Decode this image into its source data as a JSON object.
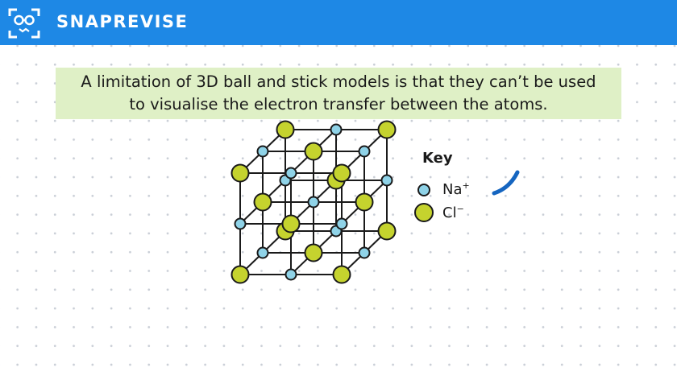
{
  "header": {
    "brand": "SNAPREVISE",
    "brand_color": "#1e88e5"
  },
  "caption": {
    "line1": "A limitation of 3D ball and stick models is that they can’t be used",
    "line2": "to visualise the electron transfer between the atoms.",
    "bg_color": "#dff0c6"
  },
  "key": {
    "title": "Key",
    "na_label": "Na",
    "na_charge": "+",
    "cl_label": "Cl",
    "cl_charge": "−"
  },
  "colors": {
    "na_ion": "#8fd3e8",
    "cl_ion": "#c5d32e",
    "outline": "#1a1a1a",
    "pen_stroke": "#1565c0"
  }
}
